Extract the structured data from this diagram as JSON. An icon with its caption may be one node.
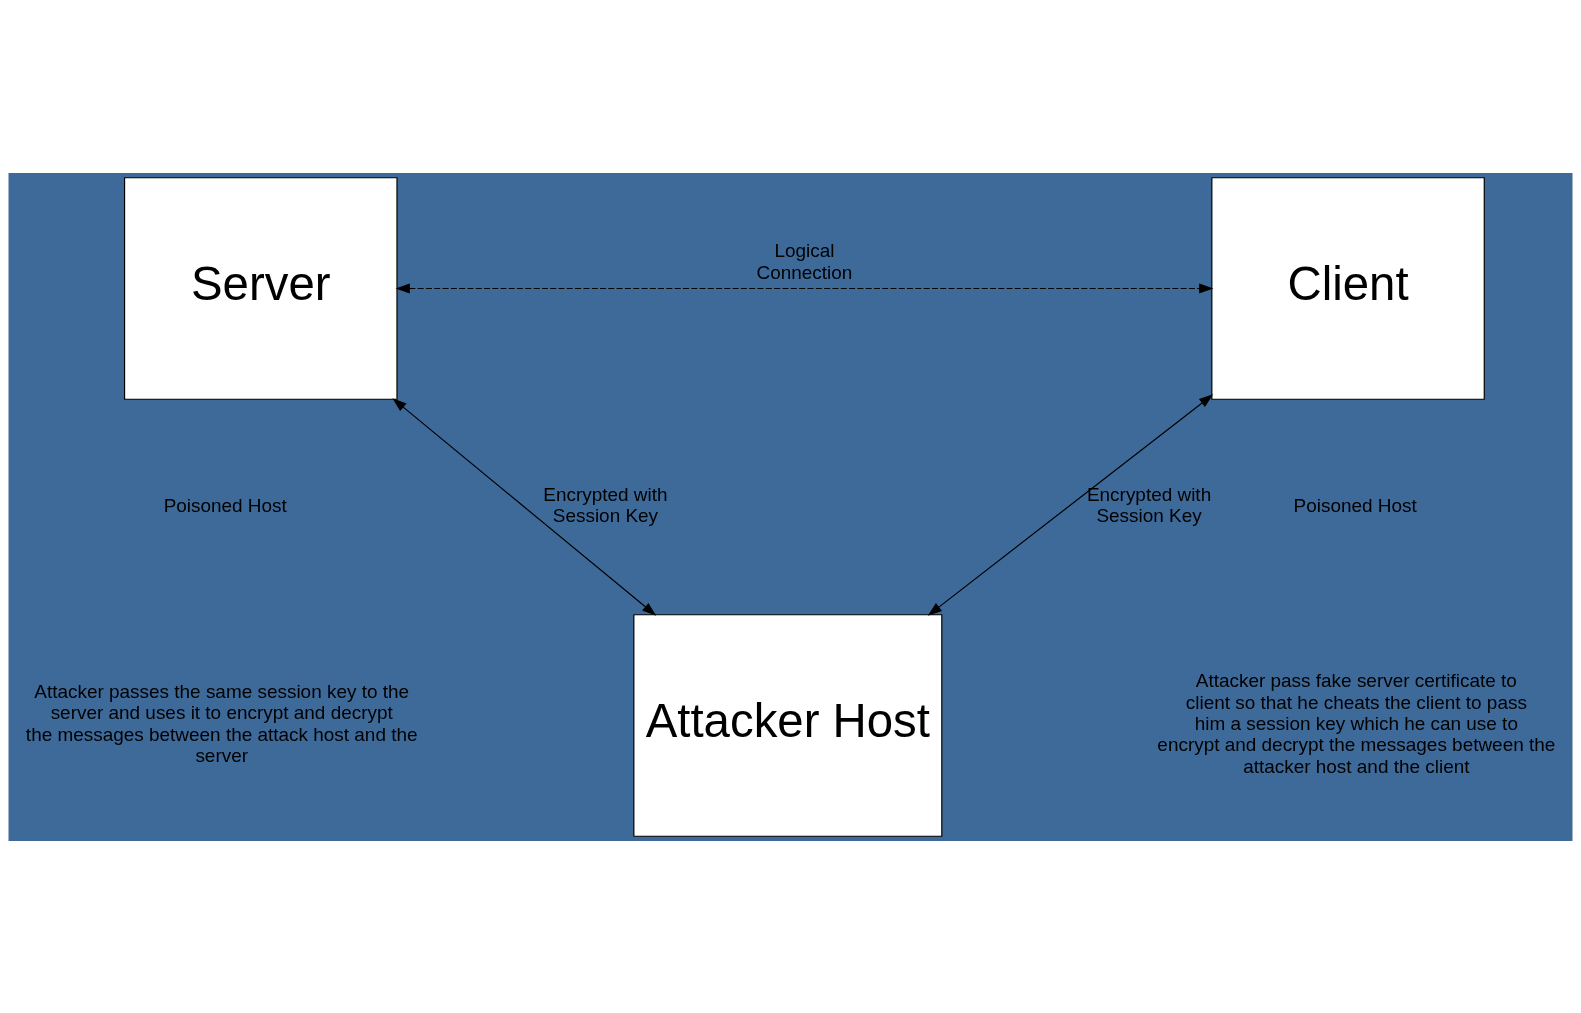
{
  "diagram": {
    "nodes": [
      {
        "text": [
          "Server"
        ]
      },
      {
        "text": [
          "Client"
        ]
      },
      {
        "text": [
          "Attacker Host"
        ]
      }
    ],
    "edges": [
      {
        "from": 0,
        "to": 1,
        "arrow": "both",
        "style": "dashed",
        "label": "Logical Connection"
      },
      {
        "from": 0,
        "to": 2,
        "arrow": "both",
        "label": "Encrypted with Session Key"
      },
      {
        "from": 1,
        "to": 2,
        "arrow": "both",
        "label": "Encrypted with Session Key"
      }
    ],
    "labels": [
      "Poisoned Host",
      "Poisoned Host",
      "Attacker passes the same session key to the server and uses it to encrypt and decrypt the messages between the attack host and the server",
      "Attacker pass fake server certificate to client so that he cheats the client to pass him a session key which he can use to encrypt and decrypt the messages between the attacker host and the client"
    ]
  }
}
